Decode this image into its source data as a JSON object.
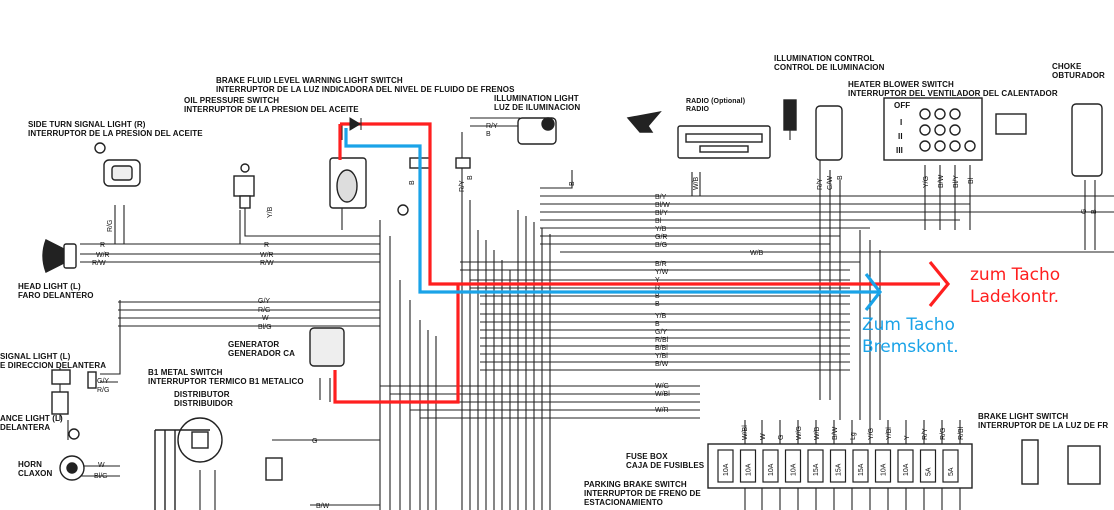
{
  "components": {
    "side_turn_signal_switch": [
      "SIDE TURN SIGNAL LIGHT (R)",
      "INTERRUPTOR DE LA PRESION DEL ACEITE"
    ],
    "brake_fluid_switch": [
      "BRAKE FLUID LEVEL WARNING LIGHT SWITCH",
      "INTERRUPTOR DE LA LUZ INDICADORA DEL NIVEL DE FLUIDO DE FRENOS"
    ],
    "oil_pressure_switch": [
      "OIL PRESSURE SWITCH",
      "INTERRUPTOR DE LA PRESION DEL ACEITE"
    ],
    "illumination_light": [
      "ILLUMINATION LIGHT",
      "LUZ DE ILUMINACION"
    ],
    "radio": [
      "RADIO (Optional)",
      "RADIO"
    ],
    "illumination_control": [
      "ILLUMINATION CONTROL",
      "CONTROL DE ILUMINACION"
    ],
    "heater_blower_switch": [
      "HEATER BLOWER SWITCH",
      "INTERRUPTOR DEL VENTILADOR DEL CALENTADOR"
    ],
    "choke": [
      "CHOKE",
      "OBTURADOR"
    ],
    "head_light": [
      "HEAD LIGHT (L)",
      "FARO DELANTERO"
    ],
    "turn_signal_light": [
      "SIGNAL LIGHT (L)",
      "E DIRECCION DELANTERA"
    ],
    "clearance_light": [
      "ANCE LIGHT (L)",
      "DELANTERA"
    ],
    "horn": [
      "HORN",
      "CLAXON"
    ],
    "generator": [
      "GENERATOR",
      "GENERADOR CA"
    ],
    "b1_metal_switch": [
      "B1 METAL SWITCH",
      "INTERRUPTOR TERMICO B1 METALICO"
    ],
    "distributor": [
      "DISTRIBUTOR",
      "DISTRIBUIDOR"
    ],
    "fuse_box": [
      "FUSE BOX",
      "CAJA DE FUSIBLES"
    ],
    "parking_brake_switch": [
      "PARKING BRAKE SWITCH",
      "INTERRUPTOR DE FRENO DE",
      "ESTACIONAMIENTO"
    ],
    "brake_light_switch": [
      "BRAKE LIGHT SWITCH",
      "INTERRUPTOR DE LA LUZ DE FR"
    ]
  },
  "heater_positions": [
    "OFF",
    "I",
    "II",
    "III"
  ],
  "wire_colors": {
    "left_labels": [
      "R/G",
      "R",
      "W/R",
      "R/W",
      "G/Y",
      "R/G",
      "W",
      "Bl/G",
      "G/Y",
      "R/G",
      "W",
      "Bl/G",
      "Y/B",
      "B",
      "G",
      "B/W"
    ],
    "bus_labels": [
      "B/Y",
      "Bl/W",
      "Bl/Y",
      "Bl",
      "Y/B",
      "G/R",
      "B/G",
      "B/R",
      "Y/W",
      "Y",
      "R",
      "B",
      "B",
      "Y/B",
      "B",
      "G/Y",
      "R/Bl",
      "B/Bl",
      "Y/Bl",
      "B/W",
      "W/G",
      "W/Bl",
      "W/R"
    ],
    "top_labels": [
      "R/Y",
      "B",
      "R/Y",
      "B",
      "W/B",
      "R/Y",
      "G/W",
      "B",
      "Y/G",
      "B/W",
      "Bl/Y",
      "Bl",
      "G",
      "B",
      "B",
      "R/Y",
      "B"
    ],
    "mid_labels": [
      "W/B"
    ],
    "fuse_top_labels": [
      "W/Bl",
      "W",
      "G",
      "W/G",
      "W/B",
      "B/W",
      "Lg",
      "Y/G",
      "Y/Bl",
      "Y",
      "R/Y",
      "R/G",
      "R/Bl"
    ]
  },
  "fuses": [
    "10A",
    "10A",
    "10A",
    "10A",
    "15A",
    "15A",
    "15A",
    "10A",
    "10A",
    "5A",
    "5A"
  ],
  "annotations": {
    "red_1": "zum Tacho",
    "red_2": "Ladekontr.",
    "blue_1": "Zum Tacho",
    "blue_2": "Bremskont."
  },
  "colors": {
    "line": "#222222",
    "highlight_red": "#ff1f1f",
    "highlight_blue": "#1aa3e8"
  }
}
